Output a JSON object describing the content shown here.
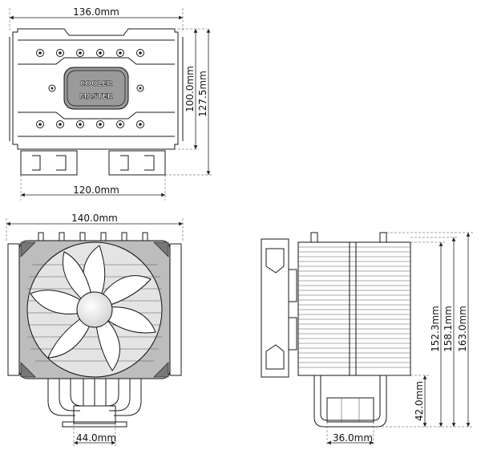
{
  "brand": {
    "logo_line1": "COOLER",
    "logo_line2": "MASTER"
  },
  "top_view": {
    "width_label": "136.0mm",
    "height_inner_label": "100.0mm",
    "height_outer_label": "127.5mm",
    "base_width_label": "120.0mm"
  },
  "front_view": {
    "width_label": "140.0mm",
    "base_label": "44.0mm"
  },
  "side_view": {
    "height_152_label": "152.3mm",
    "height_158_label": "158.1mm",
    "height_163_label": "163.0mm",
    "base_height_label": "42.0mm",
    "depth_label": "36.0mm"
  }
}
